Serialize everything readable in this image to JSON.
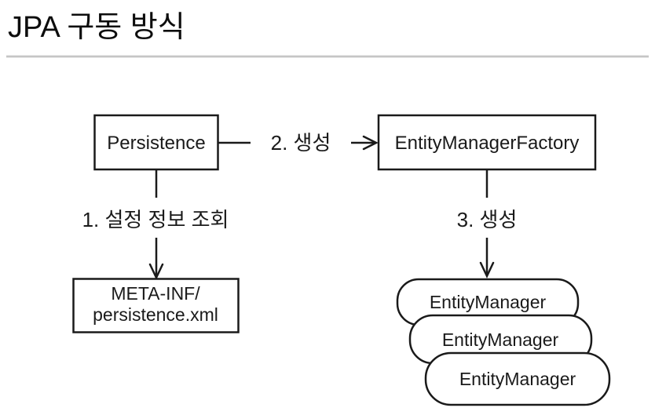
{
  "header": {
    "title": "JPA 구동 방식"
  },
  "diagram": {
    "nodes": {
      "persistence": {
        "label": "Persistence"
      },
      "entity_manager_factory": {
        "label": "EntityManagerFactory"
      },
      "persistence_xml": {
        "line1": "META-INF/",
        "line2": "persistence.xml"
      },
      "entity_managers": {
        "label_1": "EntityManager",
        "label_2": "EntityManager",
        "label_3": "EntityManager"
      }
    },
    "edges": {
      "lookup_label": "1. 설정 정보 조회",
      "create_factory_label": "2. 생성",
      "create_manager_label": "3. 생성"
    },
    "colors": {
      "stroke": "#1a1a1a",
      "title_text": "#0d0d0d",
      "divider": "#c5c5c5",
      "background": "#ffffff"
    }
  }
}
